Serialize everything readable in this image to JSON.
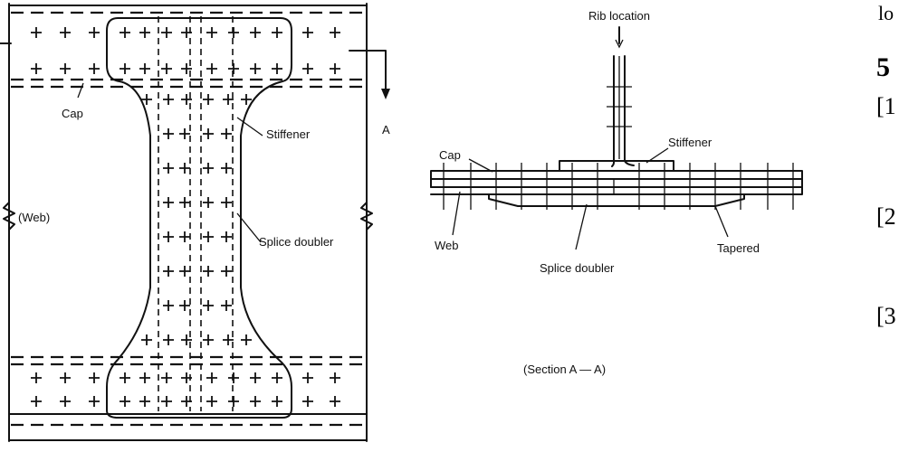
{
  "labels": {
    "cap": "Cap",
    "stiffener": "Stiffener",
    "web": "(Web)",
    "splice_doubler": "Splice doubler",
    "section_arrow": "A"
  },
  "section": {
    "rib_location": "Rib location",
    "cap": "Cap",
    "stiffener": "Stiffener",
    "web": "Web",
    "splice_doubler": "Splice doubler",
    "tapered": "Tapered",
    "caption": "(Section A — A)"
  },
  "margin_text": {
    "line1": "lo",
    "heading": "5",
    "ref1": "[1",
    "ref2": "[2",
    "ref3": "[3"
  }
}
